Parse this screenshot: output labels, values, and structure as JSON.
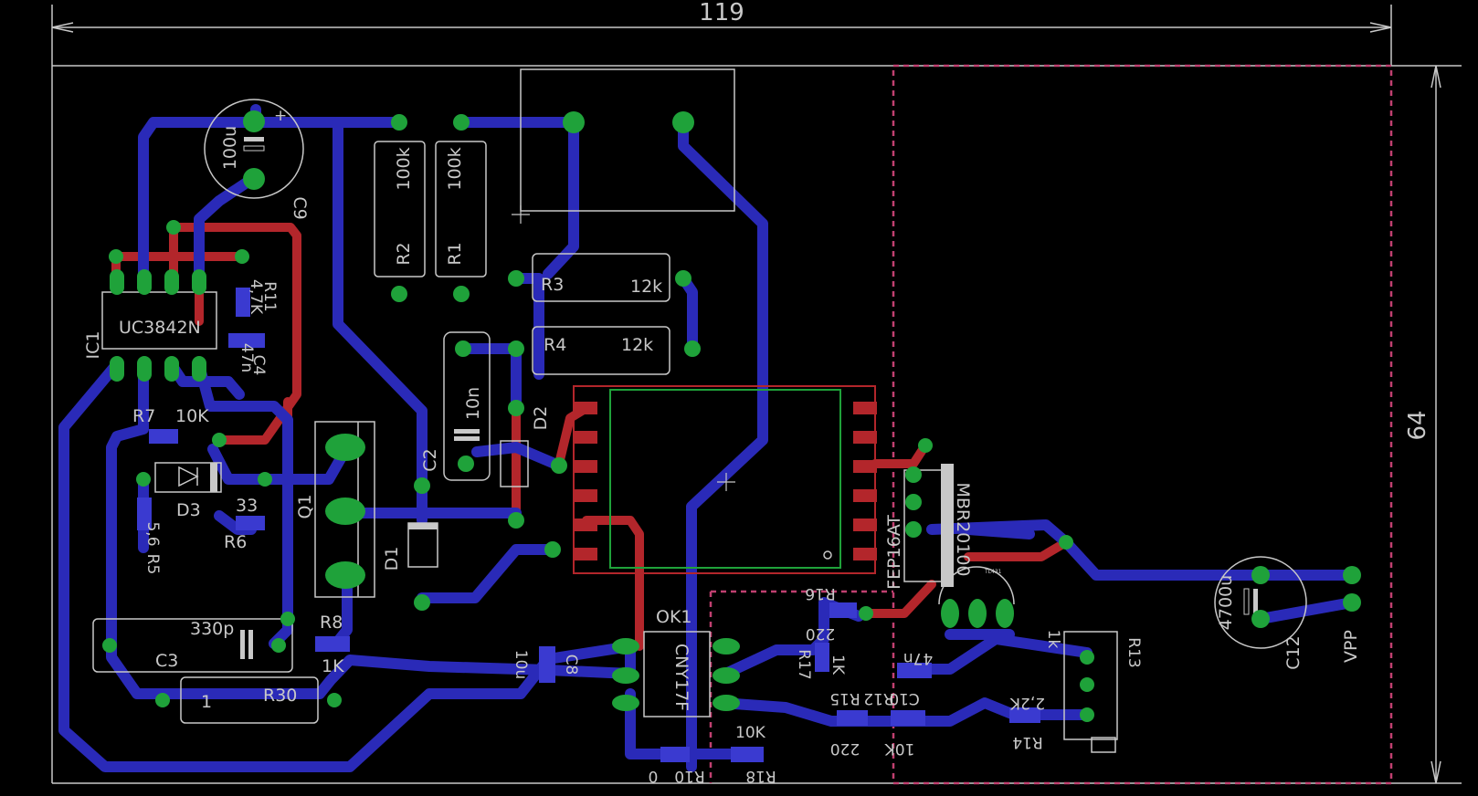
{
  "colors": {
    "background": "#000000",
    "top_copper": "#b3262b",
    "bottom_copper": "#2a2ab8",
    "pad": "#1fa23a",
    "silkscreen": "#c8c8c8",
    "smd_pad": "#3a3ad0",
    "keepout": "#c04070"
  },
  "dimensions": {
    "width": "119",
    "height": "64"
  },
  "labels": {
    "c9_value": "100u",
    "c9_name": "C9",
    "r2_value": "100k",
    "r2_name": "R2",
    "r1_value": "100k",
    "r1_name": "R1",
    "r3_name": "R3",
    "r3_value": "12k",
    "r4_name": "R4",
    "r4_value": "12k",
    "ic1_name": "IC1",
    "ic1_value": "UC3842N",
    "r11_name": "R11",
    "r11_value": "4,7K",
    "c4_value": "47n",
    "c4_name": "C4",
    "r7_name": "R7",
    "r7_value": "10K",
    "d3_name": "D3",
    "r5_name": "R5",
    "r5_value": "5,6",
    "r6_value": "33",
    "r6_name": "R6",
    "q1_name": "Q1",
    "c2_name": "C2",
    "c2_value": "10n",
    "d2_name": "D2",
    "d1_name": "D1",
    "c3_value": "330p",
    "c3_name": "C3",
    "r8_name": "R8",
    "r8_value": "1K",
    "r30_name": "R30",
    "r30_pin": "1",
    "c8_value": "10u",
    "c8_name": "C8",
    "ok1_name": "OK1",
    "ok1_value": "CNY17F",
    "r10_value": "0",
    "r10_name": "R10",
    "r18_value": "10K",
    "r18_name": "R18",
    "fep_value": "FEP16AT",
    "mbr_value": "MBR20100",
    "r16_name": "R16",
    "r16_value": "220",
    "r17_name": "R17",
    "r17_value": "1K",
    "r15_name": "R15",
    "r15_value": "220",
    "c10_value": "47n",
    "c10_name": "C10",
    "r12_name": "R12",
    "r12_value": "10K",
    "r13_name": "R13",
    "r13_value": "1k",
    "r14_value": "2,2K",
    "r14_name": "R14",
    "c12_value": "4700u",
    "c12_name": "C12",
    "vpp_name": "VPP",
    "tl_value": "TL431"
  }
}
